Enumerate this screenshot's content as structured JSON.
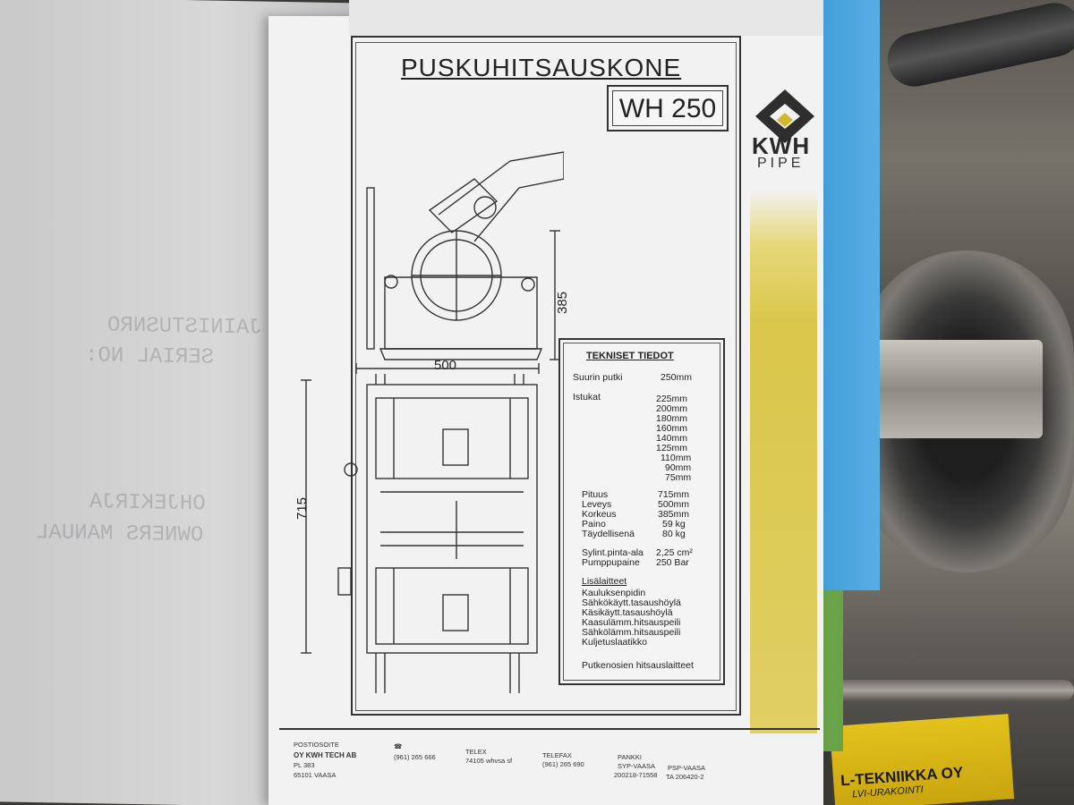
{
  "document": {
    "title": "PUSKUHITSAUSKONE",
    "model": "WH 250",
    "logo": {
      "brand": "KWH",
      "sub": "PIPE",
      "colors": [
        "#2e2e2e",
        "#d6b62c"
      ]
    },
    "dimensions": {
      "width": "500",
      "height": "385",
      "length": "715"
    },
    "specs": {
      "heading": "TEKNISET TIEDOT",
      "max_pipe_label": "Suurin putki",
      "max_pipe_value": "250mm",
      "inserts_label": "Istukat",
      "inserts": [
        "225mm",
        "200mm",
        "180mm",
        "160mm",
        "140mm",
        "125mm",
        "110mm",
        "90mm",
        "75mm"
      ],
      "dims": [
        {
          "label": "Pituus",
          "value": "715mm"
        },
        {
          "label": "Leveys",
          "value": "500mm"
        },
        {
          "label": "Korkeus",
          "value": "385mm"
        },
        {
          "label": "Paino",
          "value": "59 kg"
        },
        {
          "label": "Täydellisenä",
          "value": "80 kg"
        }
      ],
      "cylinder_label": "Sylint.pinta-ala",
      "cylinder_value": "2,25 cm²",
      "pump_label": "Pumppupaine",
      "pump_value": "250 Bar",
      "accessories_heading": "Lisälaitteet",
      "accessories": [
        "Kauluksenpidin",
        "Sähkökäytt.tasaushöylä",
        "Käsikäytt.tasaushöylä",
        "Kaasulämm.hitsauspeili",
        "Sähkölämm.hitsauspeili",
        "Kuljetuslaatikko"
      ],
      "extra": "Putkenosien hitsauslaitteet"
    },
    "footer": {
      "postiosoite_label": "POSTIOSOITE",
      "company": "OY KWH TECH AB",
      "po_box": "PL 383",
      "city": "65101 VAASA",
      "phone": "(961) 265 666",
      "telex_label": "TELEX",
      "telex": "74105 whvsa sf",
      "telefax_label": "TELEFAX",
      "telefax": "(961) 265 690",
      "pankki_label": "PANKKI",
      "bank1": "SYP-VAASA",
      "bank1_no": "200218-71558",
      "bank2": "PSP-VAASA",
      "bank2_no": "TA 206420-2"
    }
  },
  "left_page_ghost": [
    "JAINISTUSNRO",
    "SERIAL NO:",
    "OHJEKIRJA",
    "OWNERS MANUAL"
  ],
  "background_label": {
    "text": "L-TEKNIIKKA OY",
    "sub": "LVI-URAKOINTI"
  }
}
